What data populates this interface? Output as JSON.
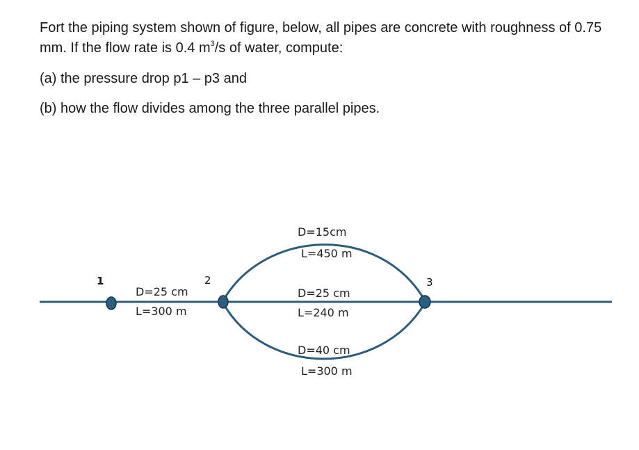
{
  "problem": {
    "intro_before_sup": "Fort the piping system shown of figure, below, all pipes are concrete with roughness of 0.75 mm. If the flow rate is 0.4 m",
    "intro_sup": "3",
    "intro_after_sup": "/s of water, compute:",
    "part_a": "(a) the pressure drop p1 – p3 and",
    "part_b": "(b) how the flow divides among the three parallel pipes."
  },
  "figure": {
    "line_color": "#2e5d7c",
    "node_fill": "#2b5f82",
    "nodes": [
      "1",
      "2",
      "3"
    ],
    "inlet_pipe": {
      "diameter": "D=25 cm",
      "length": "L=300 m"
    },
    "upper_pipe": {
      "diameter": "D=15cm",
      "length": "L=450 m"
    },
    "middle_pipe": {
      "diameter": "D=25 cm",
      "length": "L=240 m"
    },
    "lower_pipe": {
      "diameter": "D=40 cm",
      "length": "L=300 m"
    }
  }
}
